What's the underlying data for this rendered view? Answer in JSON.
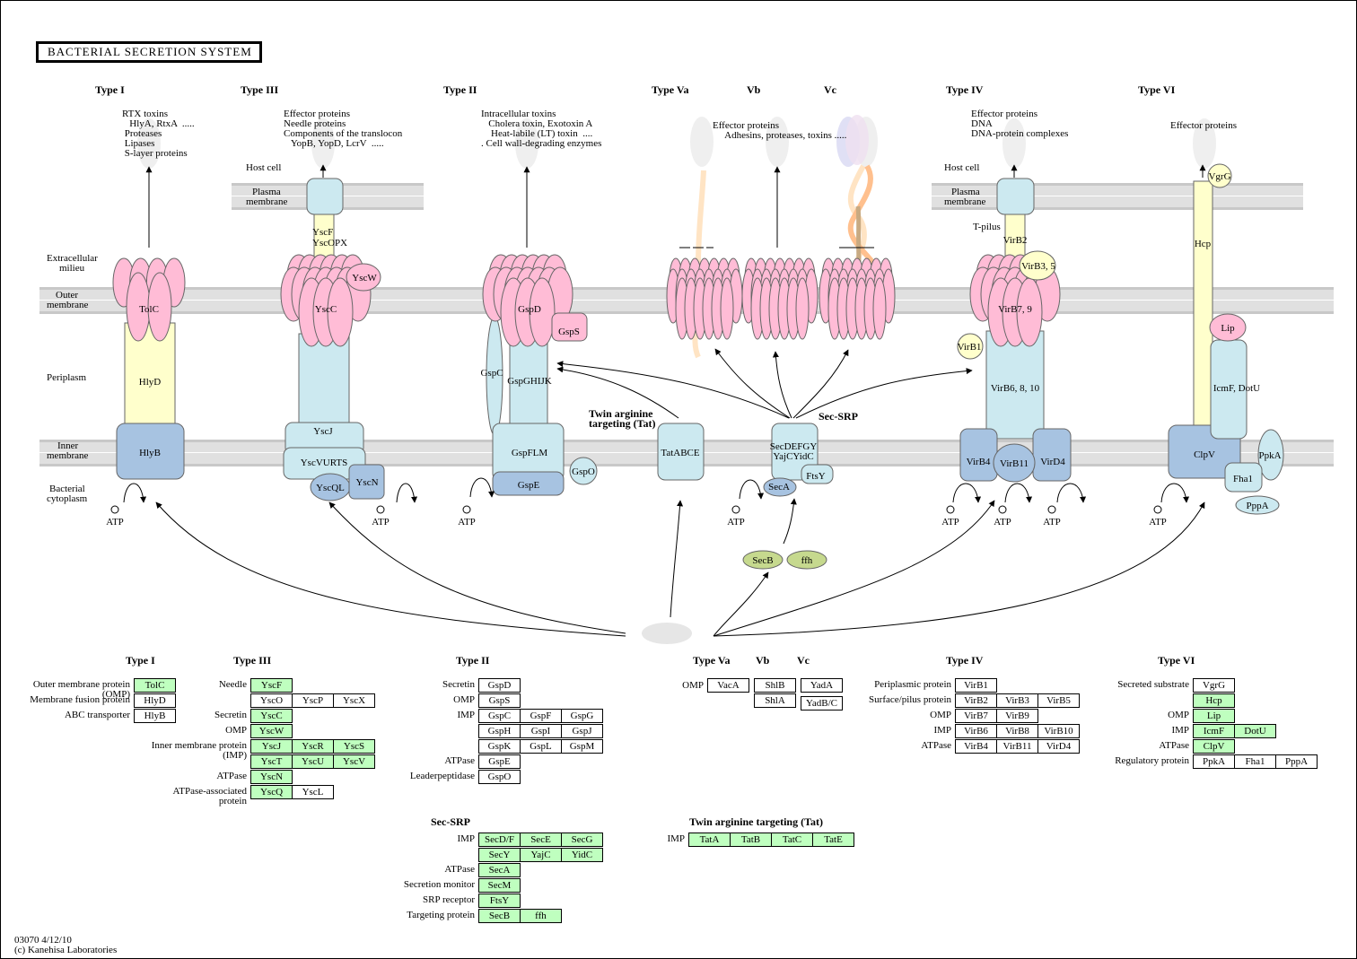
{
  "title": "BACTERIAL SECRETION SYSTEM",
  "footer": {
    "code": "03070 4/12/10",
    "copyright": "(c) Kanehisa Laboratories"
  },
  "colors": {
    "outer_membrane_protein": "#ffbcd6",
    "periplasm_yellow": "#ffffcc",
    "light_blue": "#cce9f0",
    "dark_blue": "#a7c3e1",
    "green_gene": "#bfffbf",
    "olive": "#c6d98e",
    "membrane_gray": "#e0e0e0",
    "substrate_gray": "#efefef"
  },
  "compartments": {
    "host_cell": "Host cell",
    "plasma_membrane": [
      "Plasma",
      "membrane"
    ],
    "extracellular": [
      "Extracellular",
      "milieu"
    ],
    "outer_membrane": [
      "Outer",
      "membrane"
    ],
    "periplasm": "Periplasm",
    "inner_membrane": [
      "Inner",
      "membrane"
    ],
    "cytoplasm": [
      "Bacterial",
      "cytoplasm"
    ]
  },
  "systems": {
    "type1": {
      "label": "Type I",
      "substrates": [
        "RTX toxins",
        "   HlyA, RtxA  .....",
        " Proteases",
        " Lipases",
        " S-layer proteins"
      ],
      "proteins": {
        "tolc": "TolC",
        "hlyd": "HlyD",
        "hlyb": "HlyB"
      }
    },
    "type3": {
      "label": "Type III",
      "substrates": [
        "Effector proteins",
        "Needle proteins",
        "Components of the translocon",
        "   YopB, YopD, LcrV  ....."
      ],
      "proteins": {
        "yscf": "YscF",
        "yscopx": "YscOPX",
        "yscw": "YscW",
        "yscc": "YscC",
        "yscj": "YscJ",
        "yscvurts": "YscVURTS",
        "yscql": "YscQL",
        "yscn": "YscN"
      }
    },
    "type2": {
      "label": "Type II",
      "substrates": [
        "Intracellular toxins",
        "   Cholera toxin, Exotoxin A",
        "    Heat-labile (LT) toxin  ....",
        ". Cell wall-degrading enzymes"
      ],
      "proteins": {
        "gspd": "GspD",
        "gsps": "GspS",
        "gspc": "GspC",
        "gspghijk": "GspGHIJK",
        "gspflm": "GspFLM",
        "gspe": "GspE",
        "gspo": "GspO"
      }
    },
    "type5": {
      "labels": [
        "Type Va",
        "Vb",
        "Vc"
      ],
      "substrates": [
        "Effector proteins",
        "     Adhesins, proteases, toxins ....."
      ]
    },
    "type4": {
      "label": "Type IV",
      "substrates": [
        "Effector proteins",
        "DNA",
        "DNA-protein complexes"
      ],
      "tpilus": "T-pilus",
      "proteins": {
        "virb2": "VirB2",
        "virb35": "VirB3, 5",
        "virb79": "VirB7, 9",
        "virb1": "VirB1",
        "virb6810": "VirB6, 8, 10",
        "virb4": "VirB4",
        "virb11": "VirB11",
        "vird4": "VirD4"
      }
    },
    "type6": {
      "label": "Type VI",
      "substrates": [
        "Effector proteins"
      ],
      "proteins": {
        "vgrg": "VgrG",
        "hcp": "Hcp",
        "lip": "Lip",
        "icmf": "IcmF, DotU",
        "clpv": "ClpV",
        "ppka": "PpkA",
        "fha1": "Fha1",
        "pppa": "PppA"
      }
    },
    "tat": {
      "label": [
        "Twin arginine",
        "targeting (Tat)"
      ],
      "proteins": {
        "tatabce": "TatABCE"
      }
    },
    "secsrp": {
      "label": "Sec-SRP",
      "proteins": {
        "secdefgy": [
          "SecDEFGY",
          "YajCYidC"
        ],
        "ftsy": "FtsY",
        "seca": "SecA",
        "secb": "SecB",
        "ffh": "ffh"
      }
    }
  },
  "atp_label": "ATP",
  "legend": {
    "type1": {
      "title": "Type I",
      "rows": [
        {
          "label": [
            "Outer membrane  protein",
            "(OMP)"
          ],
          "cells": [
            {
              "t": "TolC",
              "g": true
            }
          ]
        },
        {
          "label": [
            "Membrane fusion protein"
          ],
          "cells": [
            {
              "t": "HlyD",
              "g": false
            }
          ]
        },
        {
          "label": [
            "ABC transporter"
          ],
          "cells": [
            {
              "t": "HlyB",
              "g": false
            }
          ]
        }
      ]
    },
    "type3": {
      "title": "Type III",
      "rows": [
        {
          "label": [
            "Needle"
          ],
          "cells": [
            {
              "t": "YscF",
              "g": true
            }
          ]
        },
        {
          "label": [],
          "cells": [
            {
              "t": "YscO",
              "g": false
            },
            {
              "t": "YscP",
              "g": false
            },
            {
              "t": "YscX",
              "g": false
            }
          ]
        },
        {
          "label": [
            "Secretin"
          ],
          "cells": [
            {
              "t": "YscC",
              "g": true
            }
          ]
        },
        {
          "label": [
            "OMP"
          ],
          "cells": [
            {
              "t": "YscW",
              "g": true
            }
          ]
        },
        {
          "label": [
            "Inner membrane protein",
            "(IMP)"
          ],
          "cells": [
            {
              "t": "YscJ",
              "g": true
            },
            {
              "t": "YscR",
              "g": true
            },
            {
              "t": "YscS",
              "g": true
            }
          ]
        },
        {
          "label": [],
          "cells": [
            {
              "t": "YscT",
              "g": true
            },
            {
              "t": "YscU",
              "g": true
            },
            {
              "t": "YscV",
              "g": true
            }
          ]
        },
        {
          "label": [
            "ATPase"
          ],
          "cells": [
            {
              "t": "YscN",
              "g": true
            }
          ]
        },
        {
          "label": [
            "ATPase-associated",
            "protein"
          ],
          "cells": [
            {
              "t": "YscQ",
              "g": true
            },
            {
              "t": "YscL",
              "g": false
            }
          ]
        }
      ]
    },
    "type2": {
      "title": "Type II",
      "rows": [
        {
          "label": [
            "Secretin"
          ],
          "cells": [
            {
              "t": "GspD",
              "g": false
            }
          ]
        },
        {
          "label": [
            "OMP"
          ],
          "cells": [
            {
              "t": "GspS",
              "g": false
            }
          ]
        },
        {
          "label": [
            "IMP"
          ],
          "cells": [
            {
              "t": "GspC",
              "g": false
            },
            {
              "t": "GspF",
              "g": false
            },
            {
              "t": "GspG",
              "g": false
            }
          ]
        },
        {
          "label": [],
          "cells": [
            {
              "t": "GspH",
              "g": false
            },
            {
              "t": "GspI",
              "g": false
            },
            {
              "t": "GspJ",
              "g": false
            }
          ]
        },
        {
          "label": [],
          "cells": [
            {
              "t": "GspK",
              "g": false
            },
            {
              "t": "GspL",
              "g": false
            },
            {
              "t": "GspM",
              "g": false
            }
          ]
        },
        {
          "label": [
            "ATPase"
          ],
          "cells": [
            {
              "t": "GspE",
              "g": false
            }
          ]
        },
        {
          "label": [
            "Leaderpeptidase"
          ],
          "cells": [
            {
              "t": "GspO",
              "g": false
            }
          ]
        }
      ]
    },
    "type5": {
      "titles": [
        "Type Va",
        "Vb",
        "Vc"
      ],
      "omp_label": "OMP",
      "va": [
        {
          "t": "VacA",
          "g": false
        }
      ],
      "vb": [
        {
          "t": "ShlB",
          "g": false
        },
        {
          "t": "ShlA",
          "g": false
        }
      ],
      "vc": [
        {
          "t": "YadA",
          "g": false
        },
        {
          "t": "YadB/C",
          "g": false
        }
      ]
    },
    "type4": {
      "title": "Type IV",
      "rows": [
        {
          "label": [
            "Periplasmic protein"
          ],
          "cells": [
            {
              "t": "VirB1",
              "g": false
            }
          ]
        },
        {
          "label": [
            "Surface/pilus protein"
          ],
          "cells": [
            {
              "t": "VirB2",
              "g": false
            },
            {
              "t": "VirB3",
              "g": false
            },
            {
              "t": "VirB5",
              "g": false
            }
          ]
        },
        {
          "label": [
            "OMP"
          ],
          "cells": [
            {
              "t": "VirB7",
              "g": false
            },
            {
              "t": "VirB9",
              "g": false
            }
          ]
        },
        {
          "label": [
            "IMP"
          ],
          "cells": [
            {
              "t": "VirB6",
              "g": false
            },
            {
              "t": "VirB8",
              "g": false
            },
            {
              "t": "VirB10",
              "g": false
            }
          ]
        },
        {
          "label": [
            "ATPase"
          ],
          "cells": [
            {
              "t": "VirB4",
              "g": false
            },
            {
              "t": "VirB11",
              "g": false
            },
            {
              "t": "VirD4",
              "g": false
            }
          ]
        }
      ]
    },
    "type6": {
      "title": "Type VI",
      "rows": [
        {
          "label": [
            "Secreted substrate"
          ],
          "cells": [
            {
              "t": "VgrG",
              "g": false
            }
          ]
        },
        {
          "label": [],
          "cells": [
            {
              "t": "Hcp",
              "g": true
            }
          ]
        },
        {
          "label": [
            "OMP"
          ],
          "cells": [
            {
              "t": "Lip",
              "g": true
            }
          ]
        },
        {
          "label": [
            "IMP"
          ],
          "cells": [
            {
              "t": "IcmF",
              "g": true
            },
            {
              "t": "DotU",
              "g": true
            }
          ]
        },
        {
          "label": [
            "ATPase"
          ],
          "cells": [
            {
              "t": "ClpV",
              "g": true
            }
          ]
        },
        {
          "label": [
            "Regulatory protein"
          ],
          "cells": [
            {
              "t": "PpkA",
              "g": false
            },
            {
              "t": "Fha1",
              "g": false
            },
            {
              "t": "PppA",
              "g": false
            }
          ]
        }
      ]
    },
    "secsrp": {
      "title": "Sec-SRP",
      "rows": [
        {
          "label": [
            "IMP"
          ],
          "cells": [
            {
              "t": "SecD/F",
              "g": true
            },
            {
              "t": "SecE",
              "g": true
            },
            {
              "t": "SecG",
              "g": true
            }
          ]
        },
        {
          "label": [],
          "cells": [
            {
              "t": "SecY",
              "g": true
            },
            {
              "t": "YajC",
              "g": true
            },
            {
              "t": "YidC",
              "g": true
            }
          ]
        },
        {
          "label": [
            "ATPase"
          ],
          "cells": [
            {
              "t": "SecA",
              "g": true
            }
          ]
        },
        {
          "label": [
            "Secretion monitor"
          ],
          "cells": [
            {
              "t": "SecM",
              "g": true
            }
          ]
        },
        {
          "label": [
            "SRP receptor"
          ],
          "cells": [
            {
              "t": "FtsY",
              "g": true
            }
          ]
        },
        {
          "label": [
            "Targeting protein"
          ],
          "cells": [
            {
              "t": "SecB",
              "g": true
            },
            {
              "t": "ffh",
              "g": true
            }
          ]
        }
      ]
    },
    "tat": {
      "title": "Twin arginine targeting (Tat)",
      "rows": [
        {
          "label": [
            "IMP"
          ],
          "cells": [
            {
              "t": "TatA",
              "g": true
            },
            {
              "t": "TatB",
              "g": true
            },
            {
              "t": "TatC",
              "g": true
            },
            {
              "t": "TatE",
              "g": true
            }
          ]
        }
      ]
    }
  }
}
